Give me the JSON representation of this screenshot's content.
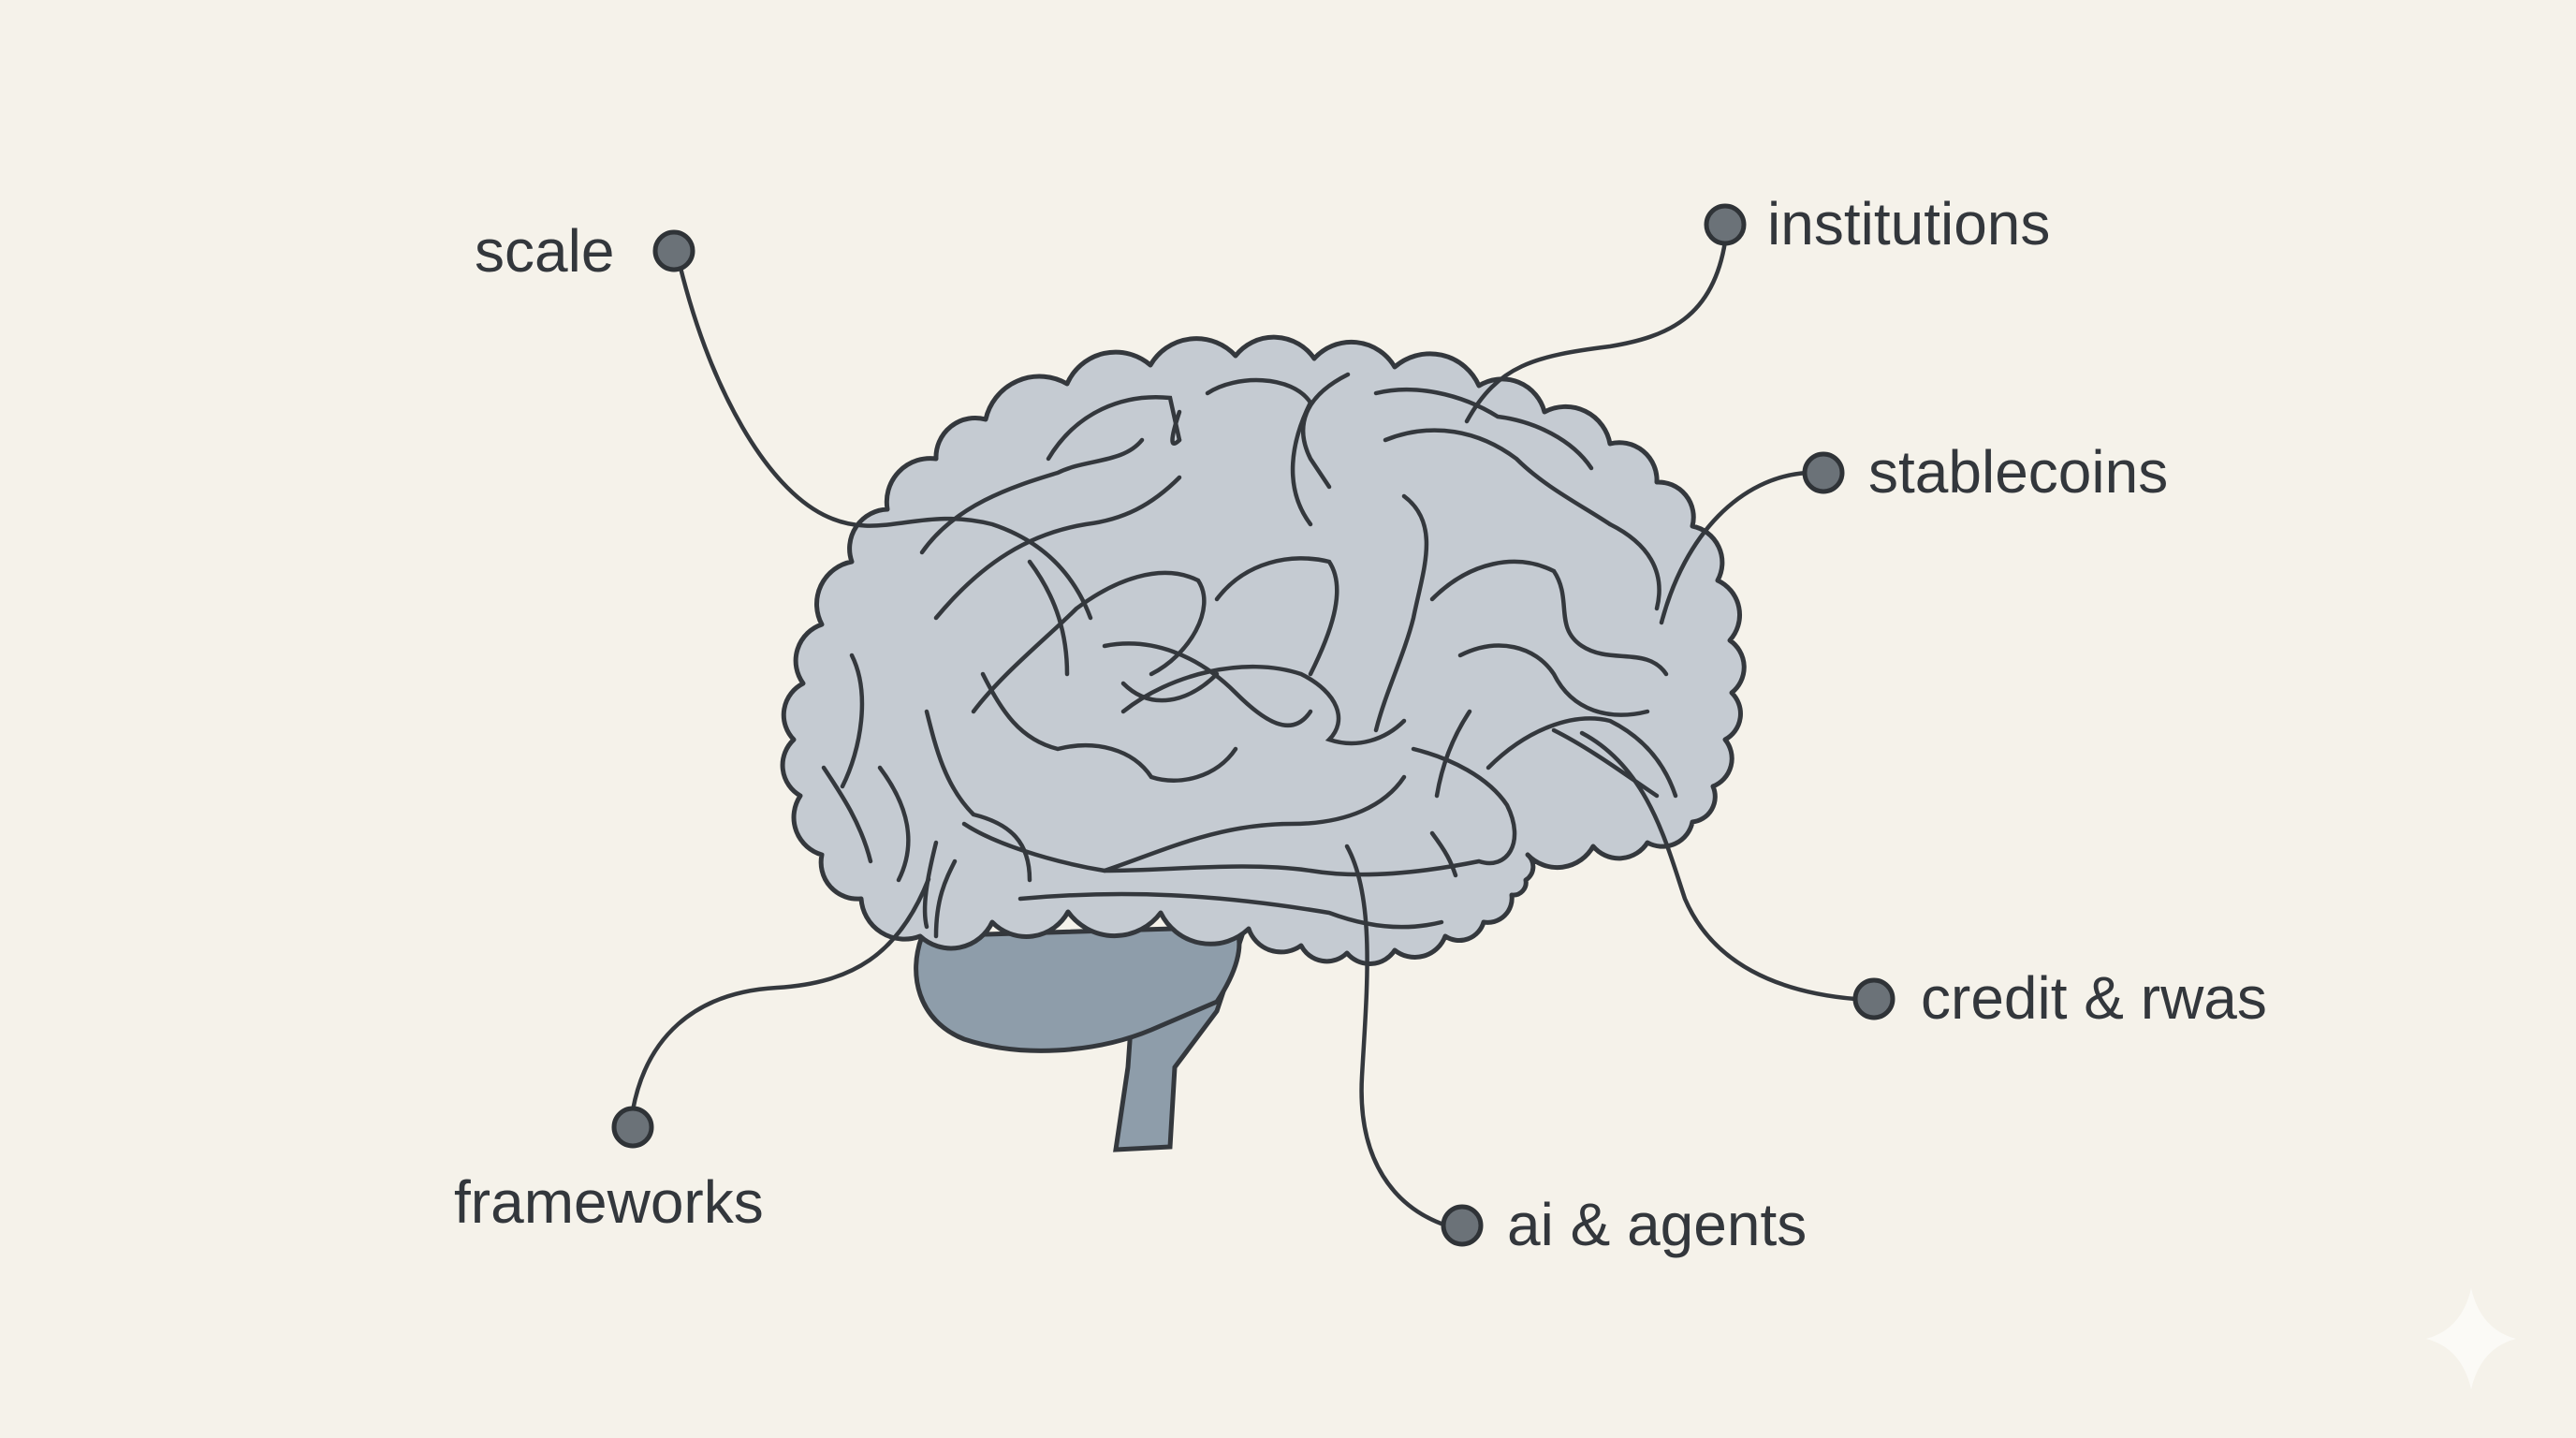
{
  "labels": {
    "scale": "scale",
    "institutions": "institutions",
    "stablecoins": "stablecoins",
    "credit_rwas": "credit & rwas",
    "ai_agents": "ai & agents",
    "frameworks": "frameworks"
  },
  "colors": {
    "background": "#f5f2ea",
    "cerebrum": "#c5cbd2",
    "cerebellum": "#8e9daa",
    "outline": "#34383d",
    "node": "#6b7278",
    "sparkle": "#fbfaf6"
  },
  "icons": [
    "brain-illustration",
    "node-dot",
    "sparkle-icon"
  ]
}
